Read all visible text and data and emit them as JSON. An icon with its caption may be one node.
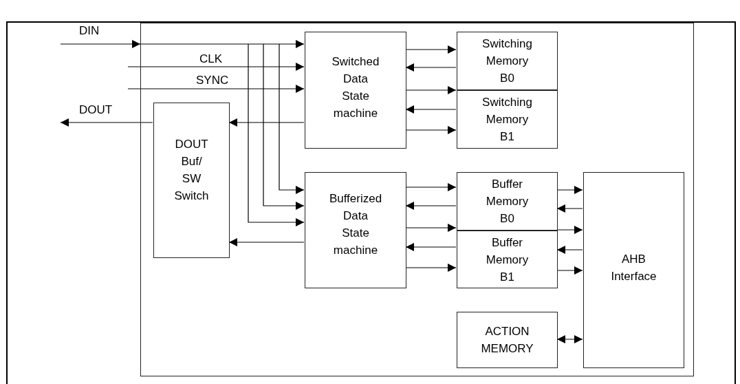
{
  "diagram": {
    "nodes": [
      {
        "text": [],
        "shape": "box"
      },
      {
        "text": [
          "Switched Data State machine"
        ],
        "in": 0
      },
      {
        "text": [
          "Switching Memory B0"
        ],
        "in": 0
      },
      {
        "text": [
          "Switching Memory B1"
        ],
        "in": 0
      },
      {
        "text": [
          "DOUT Buf/ SW Switch"
        ],
        "in": 0
      },
      {
        "text": [
          "Bufferized Data State machine"
        ],
        "in": 0
      },
      {
        "text": [
          "Buffer Memory B0"
        ],
        "in": 0
      },
      {
        "text": [
          "Buffer Memory B1"
        ],
        "in": 0
      },
      {
        "text": [
          "AHB Interface"
        ],
        "in": 0
      },
      {
        "text": [
          "ACTION MEMORY"
        ],
        "in": 0
      }
    ],
    "edges": [
      {
        "from": null,
        "to": 1,
        "arrow": "to",
        "label": "DIN"
      },
      {
        "from": null,
        "to": 1,
        "arrow": "to",
        "label": "CLK"
      },
      {
        "from": null,
        "to": 1,
        "arrow": "to",
        "label": "SYNC"
      },
      {
        "from": 1,
        "to": 4,
        "arrow": "to"
      },
      {
        "from": 4,
        "to": null,
        "arrow": "to",
        "label": "DOUT"
      },
      {
        "from": null,
        "to": 5,
        "arrow": "to"
      },
      {
        "from": null,
        "to": 5,
        "arrow": "to"
      },
      {
        "from": null,
        "to": 5,
        "arrow": "to"
      },
      {
        "from": 5,
        "to": 4,
        "arrow": "to"
      },
      {
        "from": 1,
        "to": 2,
        "arrow": "to"
      },
      {
        "from": 2,
        "to": 1,
        "arrow": "to"
      },
      {
        "from": 1,
        "to": 3,
        "arrow": "to"
      },
      {
        "from": 3,
        "to": 1,
        "arrow": "to"
      },
      {
        "from": 1,
        "to": 3,
        "arrow": "to"
      },
      {
        "from": 5,
        "to": 6,
        "arrow": "to"
      },
      {
        "from": 6,
        "to": 5,
        "arrow": "to"
      },
      {
        "from": 5,
        "to": 7,
        "arrow": "to"
      },
      {
        "from": 7,
        "to": 5,
        "arrow": "to"
      },
      {
        "from": 5,
        "to": 7,
        "arrow": "to"
      },
      {
        "from": 6,
        "to": 8,
        "arrow": "to"
      },
      {
        "from": 8,
        "to": 6,
        "arrow": "to"
      },
      {
        "from": 6,
        "to": 8,
        "arrow": "to"
      },
      {
        "from": 8,
        "to": 7,
        "arrow": "to"
      },
      {
        "from": 7,
        "to": 8,
        "arrow": "to"
      },
      {
        "from": 9,
        "to": 8,
        "arrow": "both"
      }
    ]
  }
}
